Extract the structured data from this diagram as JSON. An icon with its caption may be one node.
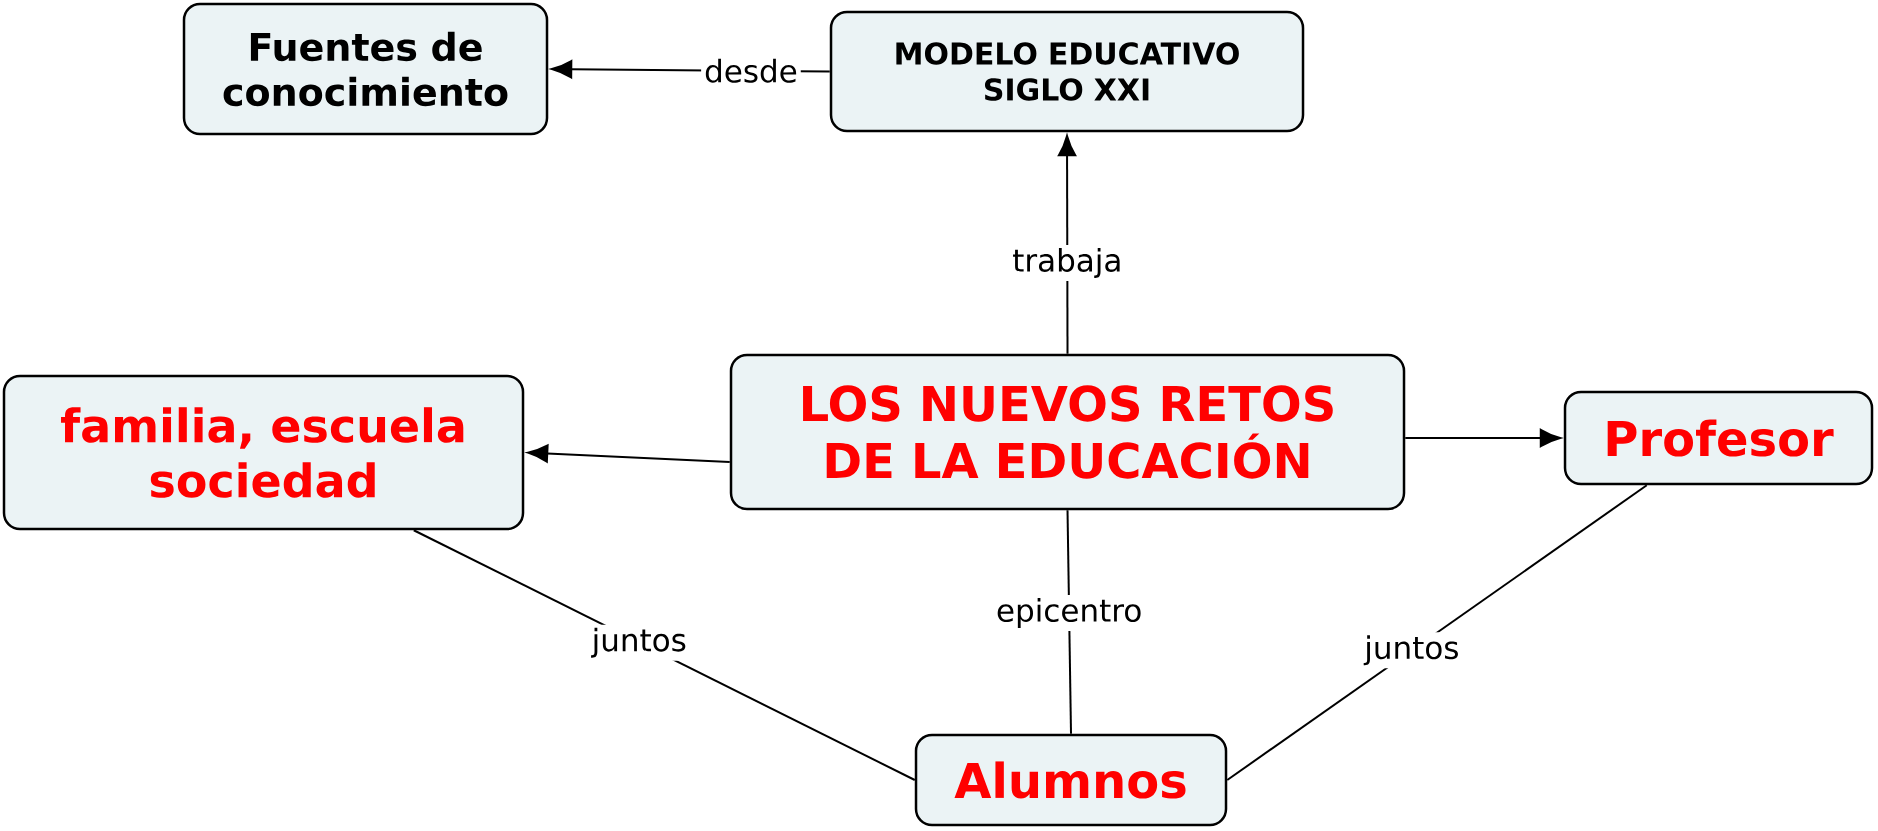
{
  "diagram": {
    "nodes": [
      {
        "text": [
          "Fuentes de conocimiento"
        ]
      },
      {
        "text": [
          "MODELO EDUCATIVO SIGLO XXI"
        ]
      },
      {
        "text": [
          "LOS NUEVOS RETOS DE LA EDUCACIÓN"
        ]
      },
      {
        "text": [
          "familia, escuela sociedad"
        ]
      },
      {
        "text": [
          "Profesor"
        ]
      },
      {
        "text": [
          "Alumnos"
        ]
      }
    ],
    "edges": [
      {
        "from": 1,
        "to": 0,
        "arrow": "to",
        "label": "desde"
      },
      {
        "from": 2,
        "to": 1,
        "arrow": "to",
        "label": "trabaja"
      },
      {
        "from": 2,
        "to": 3,
        "arrow": "to"
      },
      {
        "from": 2,
        "to": 4,
        "arrow": "to"
      },
      {
        "from": 2,
        "to": 5,
        "arrow": "none",
        "label": "epicentro"
      },
      {
        "from": 3,
        "to": 5,
        "arrow": "none",
        "label": "juntos"
      },
      {
        "from": 4,
        "to": 5,
        "arrow": "none",
        "label": "juntos"
      }
    ]
  }
}
